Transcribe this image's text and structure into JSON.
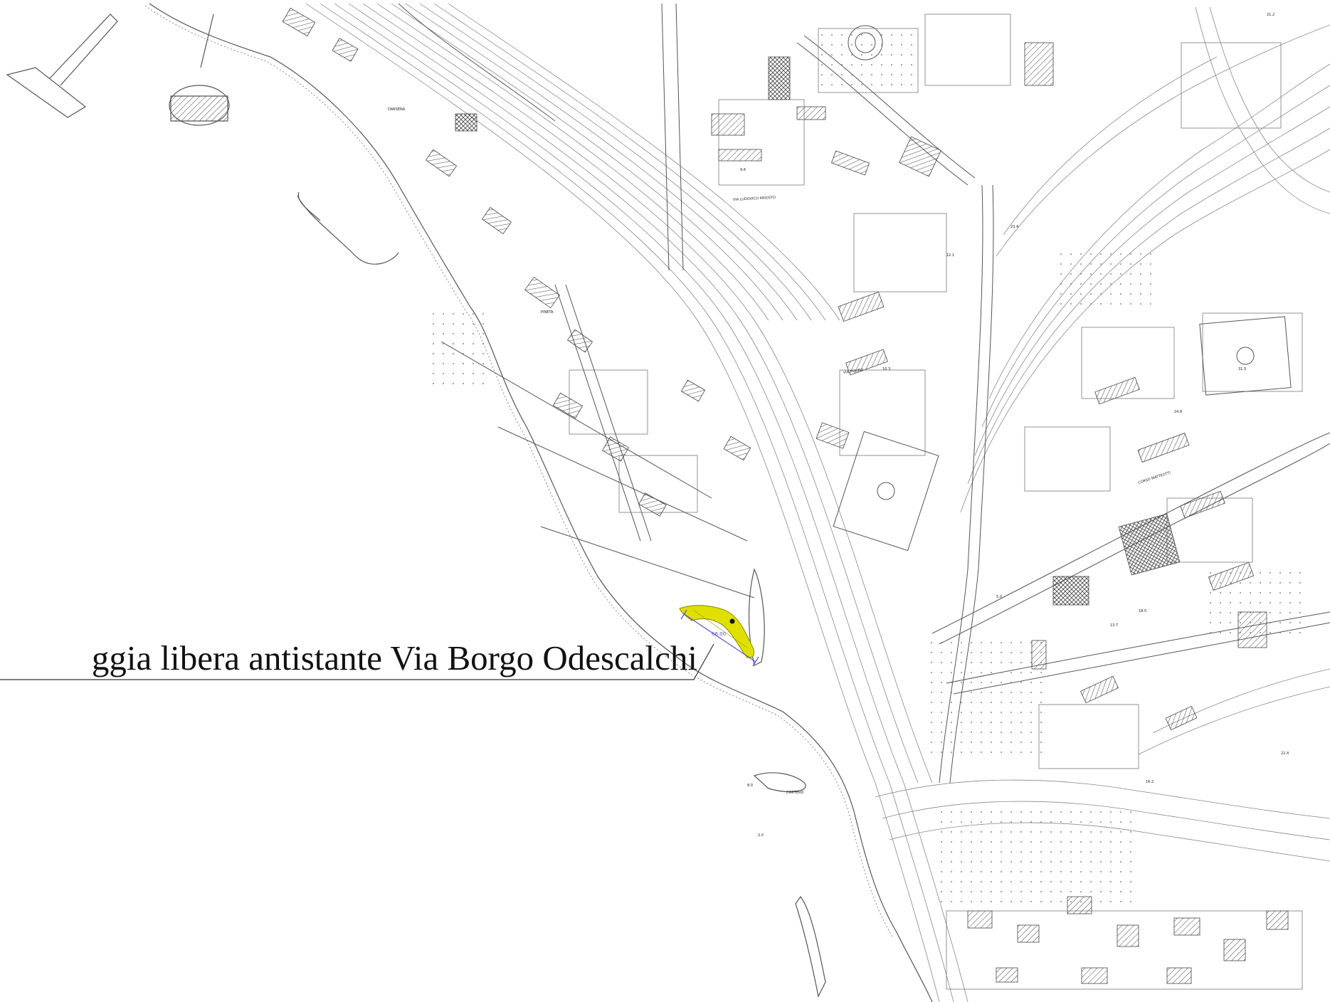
{
  "map": {
    "callout_text": "ggia libera antistante Via Borgo Odescalchi",
    "colors": {
      "background": "#ffffff",
      "linework": "#555555",
      "highlight": "#e0e000",
      "highlight_outline": "#9a9a00",
      "dimension_line": "#5a4fd6"
    },
    "street_labels": [
      "VIA LUDOVICO ARIOSTO",
      "VIA MAURO",
      "CORSO MATTEOTTI"
    ],
    "place_labels": [
      "CIMITERO",
      "PINETA",
      "DARSENA"
    ],
    "spot_heights": [
      "21.2",
      "8.0",
      "12.1",
      "23.4",
      "10.3",
      "31.5",
      "24.8",
      "2.0",
      "5.0",
      "13.7",
      "18.5",
      "22.4",
      "9.6",
      "16.2"
    ]
  }
}
